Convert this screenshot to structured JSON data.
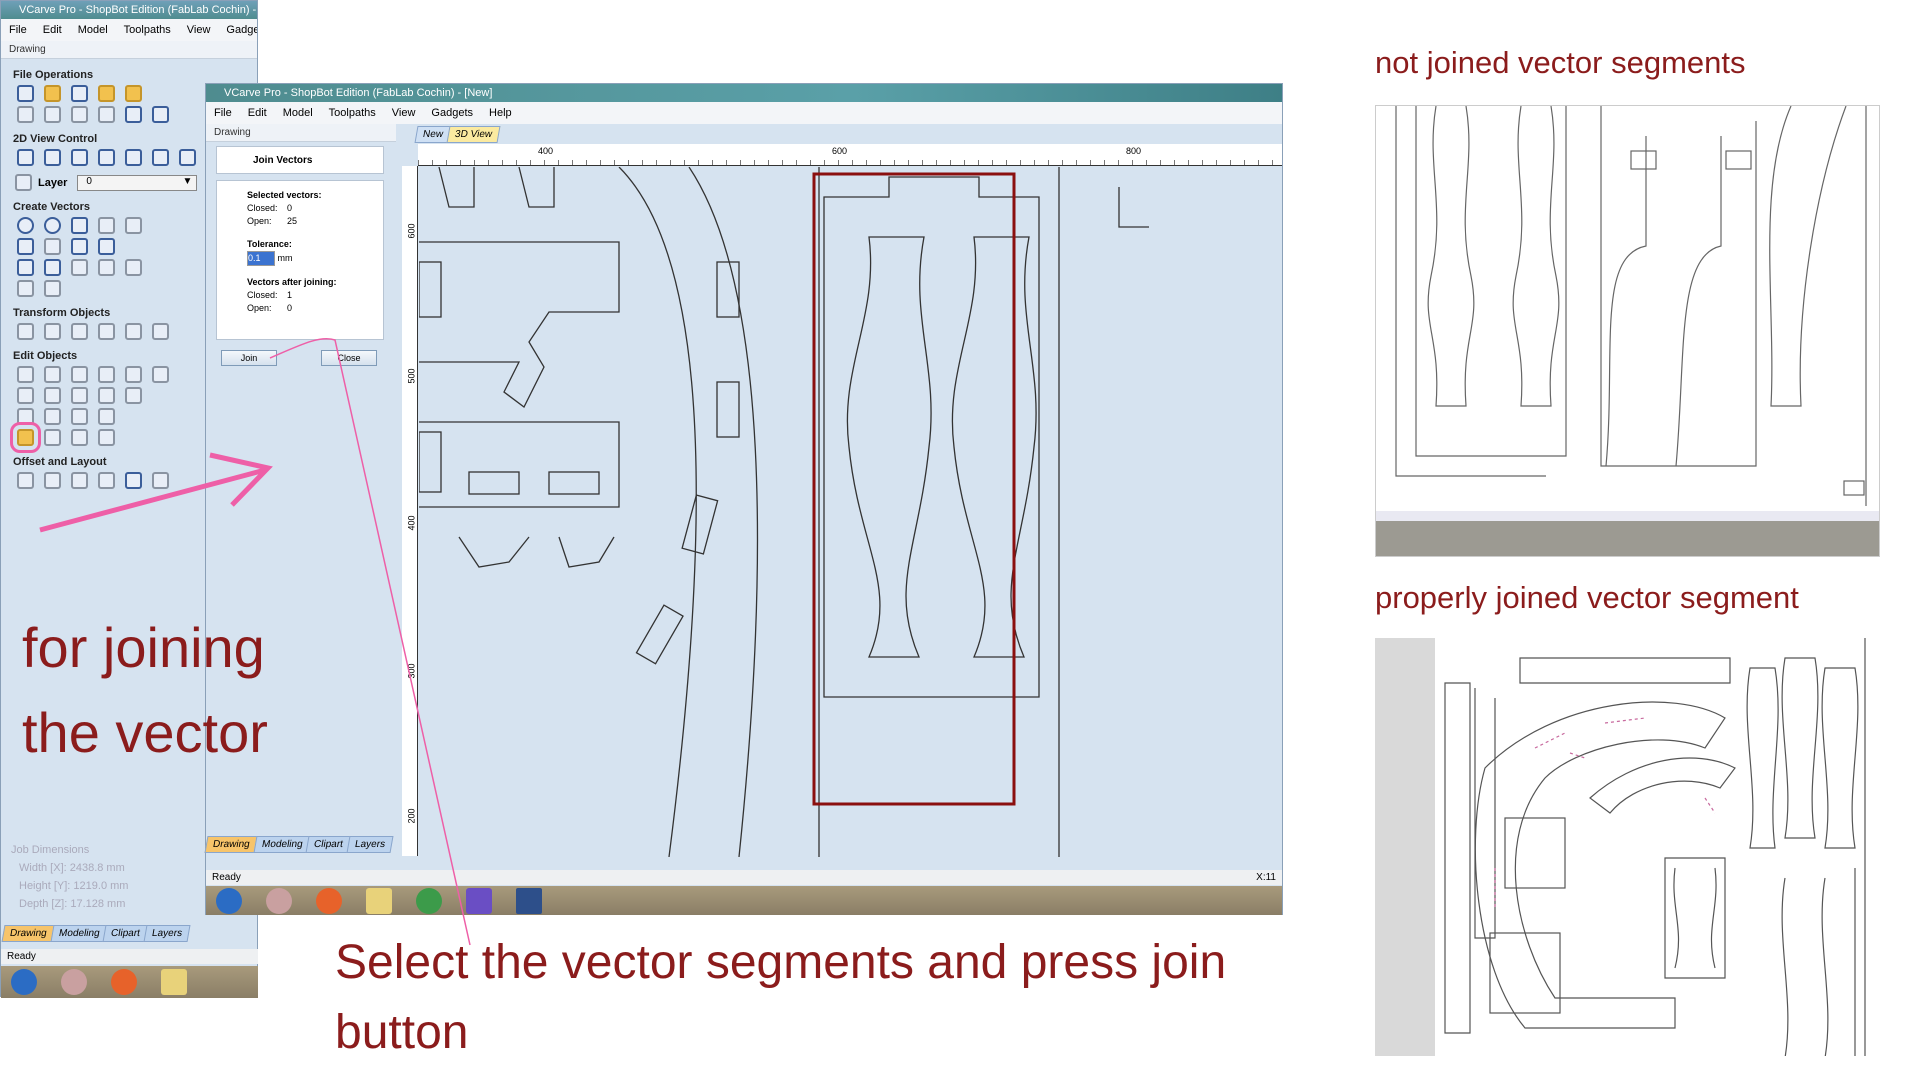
{
  "back_window": {
    "title": "VCarve Pro - ShopBot Edition (FabLab Cochin) -",
    "menu": [
      "File",
      "Edit",
      "Model",
      "Toolpaths",
      "View",
      "Gadget"
    ],
    "pane": "Drawing",
    "sections": {
      "file_ops": "File Operations",
      "view_ctrl": "2D View Control",
      "layer_label": "Layer",
      "layer_value": "0",
      "create": "Create Vectors",
      "transform": "Transform Objects",
      "edit": "Edit Objects",
      "offset": "Offset and Layout"
    },
    "job": {
      "title": "Job Dimensions",
      "width": "Width  [X]: 2438.8 mm",
      "height": "Height [Y]: 1219.0 mm",
      "depth": "Depth  [Z]: 17.128 mm"
    },
    "tabs": [
      "Drawing",
      "Modeling",
      "Clipart",
      "Layers"
    ],
    "status": "Ready"
  },
  "front_window": {
    "title": "VCarve Pro - ShopBot Edition (FabLab Cochin) - [New]",
    "menu": [
      "File",
      "Edit",
      "Model",
      "Toolpaths",
      "View",
      "Gadgets",
      "Help"
    ],
    "pane": "Drawing",
    "view_tabs": [
      "New",
      "3D View"
    ],
    "ruler": [
      "400",
      "600",
      "800"
    ],
    "vruler": [
      "600",
      "500",
      "400",
      "300",
      "200"
    ],
    "join": {
      "title": "Join Vectors",
      "selected": "Selected vectors:",
      "closed_l": "Closed:",
      "closed_v": "0",
      "open_l": "Open:",
      "open_v": "25",
      "tolerance": "Tolerance:",
      "tol_value": "0.1",
      "unit": "mm",
      "after": "Vectors after joining:",
      "a_closed_v": "1",
      "a_open_v": "0",
      "join_btn": "Join",
      "close_btn": "Close"
    },
    "tabs": [
      "Drawing",
      "Modeling",
      "Clipart",
      "Layers"
    ],
    "status": "Ready",
    "coords": "X:11"
  },
  "annotations": {
    "left1": "for joining",
    "left2": "the vector",
    "bottom1": "Select the vector segments and  press join",
    "bottom2": "button",
    "right_top": "not joined vector segments",
    "right_bottom": "properly joined vector segment"
  },
  "colors": {
    "annotation": "#8b1c1c",
    "arrow": "#ee5fa7",
    "select_box": "#8b0f0f"
  }
}
